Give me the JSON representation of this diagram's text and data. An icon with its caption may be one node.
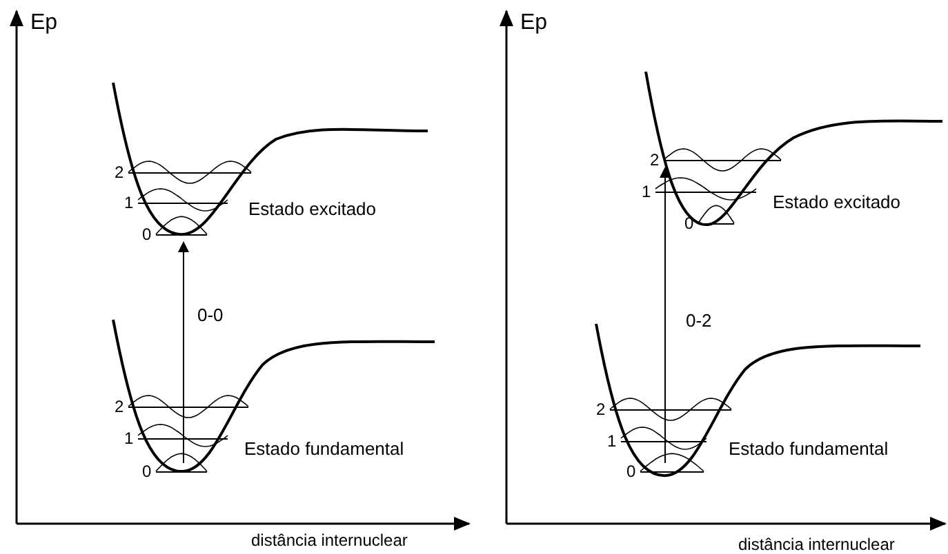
{
  "diagram": {
    "nodes": [
      {
        "text": [
          "2"
        ]
      },
      {
        "text": [
          "1"
        ]
      },
      {
        "text": [
          "0"
        ]
      },
      {
        "text": [
          "2"
        ]
      },
      {
        "text": [
          "1"
        ]
      },
      {
        "text": [
          "0"
        ]
      },
      {
        "text": [
          "2"
        ]
      },
      {
        "text": [
          "1"
        ]
      },
      {
        "text": [
          "0"
        ]
      },
      {
        "text": [
          "2"
        ]
      },
      {
        "text": [
          "1"
        ]
      },
      {
        "text": [
          "0"
        ]
      }
    ],
    "edges": [
      {
        "from": 5,
        "to": 2,
        "arrow": "to",
        "label": "0-0"
      },
      {
        "from": 11,
        "to": 6,
        "arrow": "to",
        "label": "0-2"
      }
    ],
    "labels": [
      "Ep",
      "Estado excitado",
      "Estado fundamental",
      "distância internuclear",
      "Ep",
      "Estado excitado",
      "Estado fundamental",
      "distância internuclear"
    ]
  }
}
